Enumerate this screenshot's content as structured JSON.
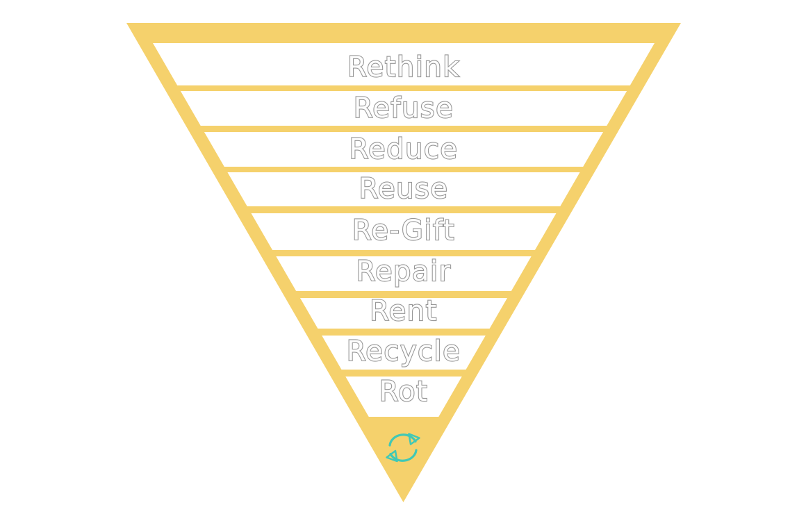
{
  "diagram": {
    "title": "inverted waste hierarchy pyramid",
    "levels": [
      "Rethink",
      "Refuse",
      "Reduce",
      "Reuse",
      "Re-Gift",
      "Repair",
      "Rent",
      "Recycle",
      "Rot"
    ],
    "tip_icon": "recycle-cycle-icon"
  },
  "colors": {
    "yellow": "#F5D16C",
    "text_gray": "#979797",
    "teal": "#41C8B5",
    "background": "#FFFFFF",
    "band_white": "#FFFFFF"
  }
}
